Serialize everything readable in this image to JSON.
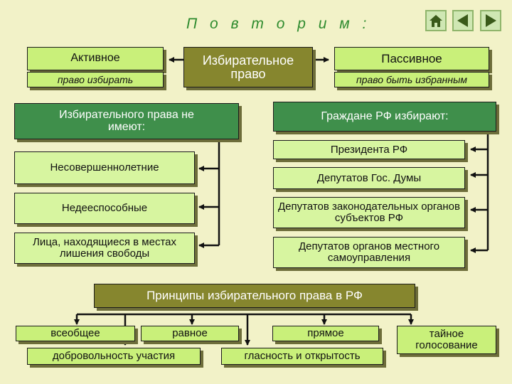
{
  "header": {
    "title": "П о в т о р и м :"
  },
  "nav": {
    "home": "home-icon",
    "back": "triangle-left-icon",
    "forward": "triangle-right-icon"
  },
  "top": {
    "active": "Активное",
    "active_sub": "право избирать",
    "center": "Избирательное право",
    "passive": "Пассивное",
    "passive_sub": "право быть избранным"
  },
  "left": {
    "header": "Избирательного права не имеют:",
    "items": [
      "Несовершеннолетние",
      "Недееспособные",
      "Лица, находящиеся в местах лишения свободы"
    ]
  },
  "right": {
    "header": "Граждане РФ избирают:",
    "items": [
      "Президента РФ",
      "Депутатов Гос. Думы",
      "Депутатов законодательных органов субъектов РФ",
      "Депутатов органов местного самоуправления"
    ]
  },
  "principles": {
    "header": "Принципы избирательного права в РФ",
    "items": [
      "всеобщее",
      "равное",
      "прямое",
      "тайное голосование",
      "добровольность участия",
      "гласность и открытость"
    ]
  },
  "colors": {
    "background": "#f2f2c8",
    "light_green": "#c9f07a",
    "dark_green": "#3f8f4b",
    "olive": "#86862e",
    "title": "#2e8b2e"
  }
}
